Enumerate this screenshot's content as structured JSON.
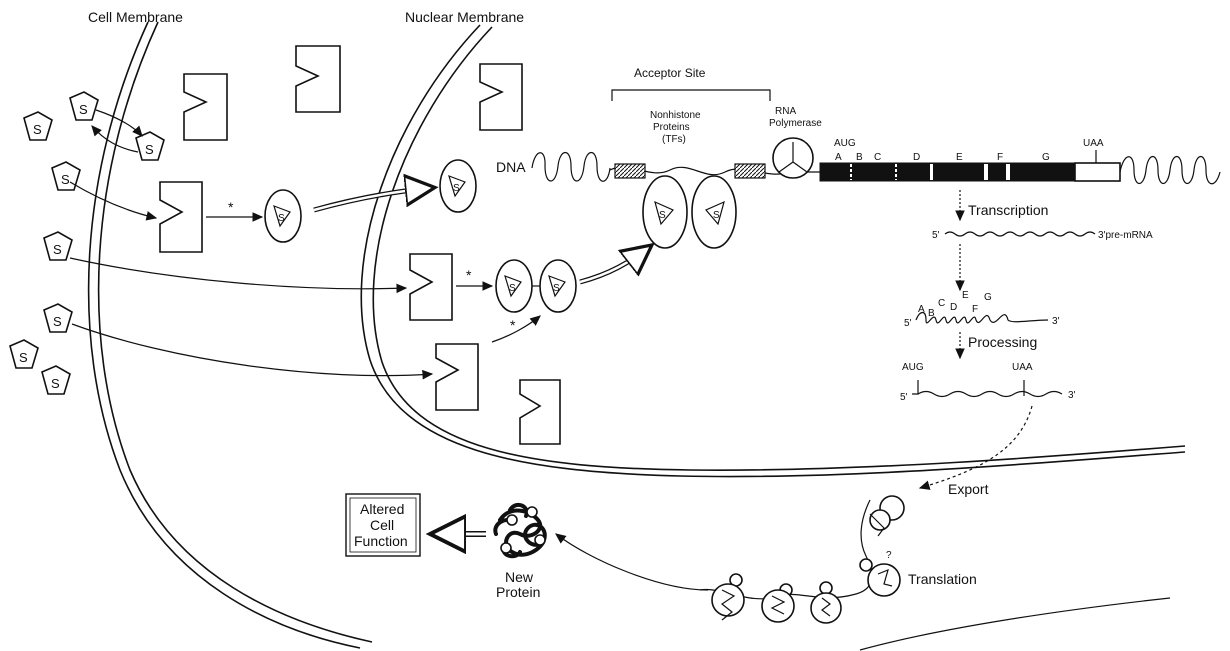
{
  "labels": {
    "cell_membrane": "Cell Membrane",
    "nuclear_membrane": "Nuclear Membrane",
    "acceptor_site": "Acceptor Site",
    "nonhistone_line1": "Nonhistone",
    "nonhistone_line2": "Proteins",
    "nonhistone_line3": "(TFs)",
    "rna_pol_line1": "RNA",
    "rna_pol_line2": "Polymerase",
    "dna": "DNA",
    "aug_top": "AUG",
    "uaa_top": "UAA",
    "transcription": "Transcription",
    "five_prime": "5'",
    "pre_mrna": "3'pre-mRNA",
    "three_prime": "3'",
    "processing": "Processing",
    "aug_mrna": "AUG",
    "uaa_mrna": "UAA",
    "export": "Export",
    "translation": "Translation",
    "new_protein_line1": "New",
    "new_protein_line2": "Protein",
    "altered_line1": "Altered",
    "altered_line2": "Cell",
    "altered_line3": "Function",
    "steroid": "S",
    "star": "*",
    "question": "?"
  },
  "gene_segments": [
    "A",
    "B",
    "C",
    "D",
    "E",
    "F",
    "G"
  ],
  "processed_segments": [
    "A",
    "B",
    "C",
    "D",
    "E",
    "F",
    "G"
  ]
}
